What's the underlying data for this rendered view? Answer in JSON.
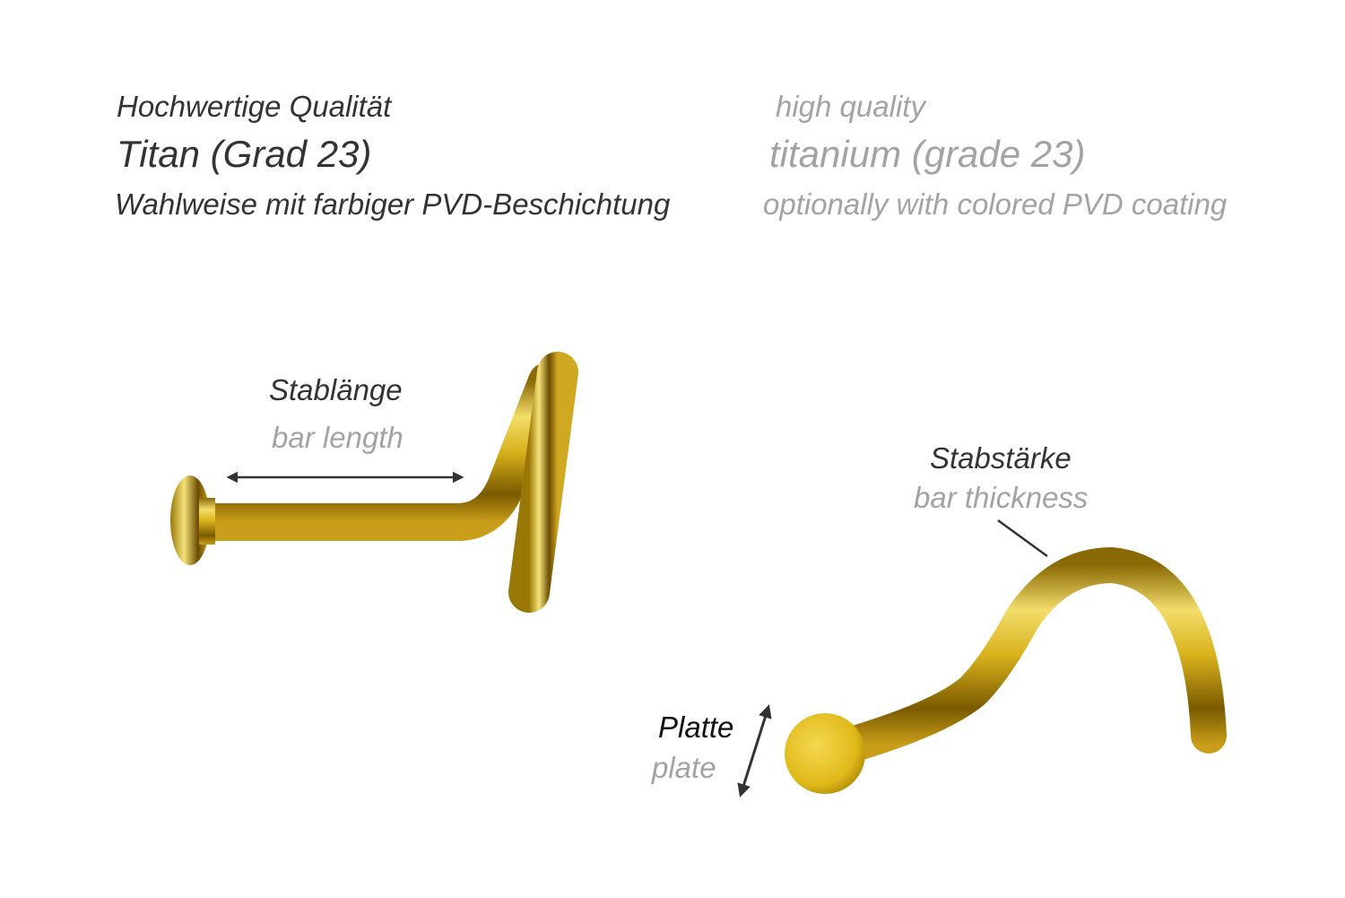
{
  "header": {
    "de": {
      "quality": "Hochwertige Qualität",
      "material": "Titan (Grad 23)",
      "coating": "Wahlweise mit farbiger PVD-Beschichtung"
    },
    "en": {
      "quality": "high quality",
      "material": "titanium (grade 23)",
      "coating": "optionally with colored PVD coating"
    }
  },
  "labels": {
    "bar_length": {
      "de": "Stablänge",
      "en": "bar length"
    },
    "bar_thickness": {
      "de": "Stabstärke",
      "en": "bar thickness"
    },
    "plate": {
      "de": "Platte",
      "en": "plate"
    }
  },
  "colors": {
    "dark_text": "#333333",
    "light_text": "#a3a3a3",
    "gold": "#d9b21c"
  }
}
